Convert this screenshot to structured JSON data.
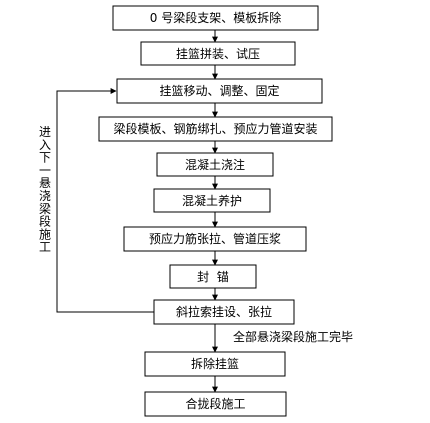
{
  "diagram": {
    "steps": [
      {
        "id": "s1",
        "label": "0 号梁段支架、模板拆除"
      },
      {
        "id": "s2",
        "label": "挂篮拼装、试压"
      },
      {
        "id": "s3",
        "label": "挂篮移动、调整、固定"
      },
      {
        "id": "s4",
        "label": "梁段模板、钢筋绑扎、预应力管道安装"
      },
      {
        "id": "s5",
        "label": "混凝土浇注"
      },
      {
        "id": "s6",
        "label": "混凝土养护"
      },
      {
        "id": "s7",
        "label": "预应力筋张拉、管道压浆"
      },
      {
        "id": "s8",
        "label": "封  锚"
      },
      {
        "id": "s9",
        "label": "斜拉索挂设、张拉"
      },
      {
        "id": "s10",
        "label": "拆除挂篮"
      },
      {
        "id": "s11",
        "label": "合拢段施工"
      }
    ],
    "loop_label": "进入下一悬浇梁段施工",
    "exit_label": "全部悬浇梁段施工完毕"
  }
}
